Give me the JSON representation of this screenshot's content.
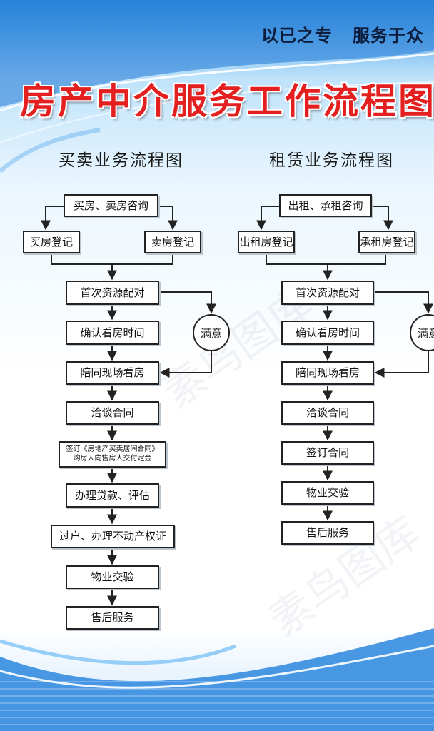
{
  "header": {
    "tagline": "以已之专   服务于众",
    "title": "房产中介服务工作流程图"
  },
  "watermark": "素鸟图库",
  "sale_flow": {
    "heading": "买卖业务流程图",
    "start": "买房、卖房咨询",
    "branch_left": "买房登记",
    "branch_right": "卖房登记",
    "steps": [
      "首次资源配对",
      "确认看房时间",
      "陪同现场看房",
      "洽谈合同"
    ],
    "contract_lines": [
      "签订《房地产买卖居间合同》",
      "购房人向售房人交付定金"
    ],
    "steps_after": [
      "办理贷款、评估",
      "过户、办理不动产权证",
      "物业交验",
      "售后服务"
    ],
    "loop_label": "满意"
  },
  "lease_flow": {
    "heading": "租赁业务流程图",
    "start": "出租、承租咨询",
    "branch_left": "出租房登记",
    "branch_right": "承租房登记",
    "steps": [
      "首次资源配对",
      "确认看房时间",
      "陪同现场看房",
      "洽谈合同",
      "签订合同",
      "物业交验",
      "售后服务"
    ],
    "loop_label": "满意"
  },
  "colors": {
    "title_red": "#e41f1f",
    "header_blue": "#2f8fe0",
    "line": "#222222"
  }
}
